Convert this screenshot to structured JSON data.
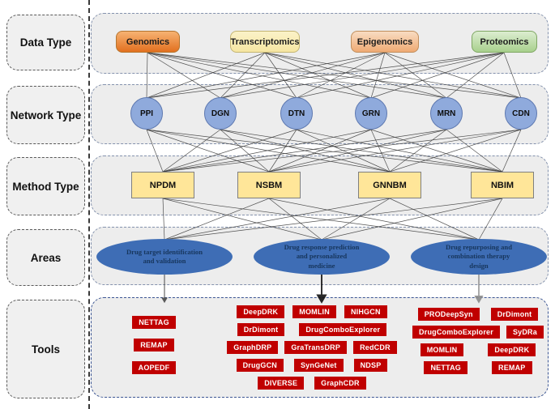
{
  "row_labels": [
    "Data Type",
    "Network Type",
    "Method Type",
    "Areas",
    "Tools"
  ],
  "data_types": [
    {
      "label": "Genomics",
      "fill_top": "#f6b272",
      "fill_bottom": "#e2701f",
      "border": "#b4752f"
    },
    {
      "label": "Transcriptomics",
      "fill_top": "#fbf2c8",
      "fill_bottom": "#f6e6a2",
      "border": "#c4b572"
    },
    {
      "label": "Epigenomics",
      "fill_top": "#f8dcc2",
      "fill_bottom": "#efaa73",
      "border": "#c08e5c"
    },
    {
      "label": "Proteomics",
      "fill_top": "#dcedd0",
      "fill_bottom": "#a8d08d",
      "border": "#7fa763"
    }
  ],
  "network_types": [
    {
      "label": "PPI"
    },
    {
      "label": "DGN"
    },
    {
      "label": "DTN"
    },
    {
      "label": "GRN"
    },
    {
      "label": "MRN"
    },
    {
      "label": "CDN"
    }
  ],
  "method_types": [
    {
      "label": "NPDM"
    },
    {
      "label": "NSBM"
    },
    {
      "label": "GNNBM"
    },
    {
      "label": "NBIM"
    }
  ],
  "areas": [
    {
      "label": "Drug target identification and validation",
      "lines": [
        "Drug target identification",
        "and validation"
      ]
    },
    {
      "label": "Drug response prediction and personalized medicine",
      "lines": [
        "Drug response prediction",
        "and personalized",
        "medicine"
      ]
    },
    {
      "label": "Drug repurposing and combination therapy design",
      "lines": [
        "Drug repurposing and",
        "combination therapy",
        "design"
      ]
    }
  ],
  "tool_groups": [
    {
      "name": "drug-target-tools",
      "rows": [
        [
          "NETTAG"
        ],
        [
          "REMAP"
        ],
        [
          "AOPEDF"
        ]
      ]
    },
    {
      "name": "drug-response-tools",
      "rows": [
        [
          "DeepDRK",
          "MOMLIN",
          "NIHGCN"
        ],
        [
          "DrDimont",
          "DrugComboExplorer"
        ],
        [
          "GraphDRP",
          "GraTransDRP",
          "RedCDR"
        ],
        [
          "DrugGCN",
          "SynGeNet",
          "NDSP"
        ],
        [
          "DIVERSE",
          "GraphCDR"
        ]
      ]
    },
    {
      "name": "drug-repurposing-tools",
      "rows": [
        [
          "PRODeepSyn",
          "DrDimont"
        ],
        [
          "DrugComboExplorer",
          "SyDRa"
        ],
        [
          "MOMLIN",
          "DeepDRK"
        ],
        [
          "NETTAG",
          "REMAP"
        ]
      ]
    }
  ],
  "connections": {
    "data_to_network": "complete",
    "network_to_method": "complete",
    "method_to_area": "complete",
    "area_arrows": [
      0,
      1,
      2
    ]
  },
  "colors": {
    "node_circle": "#8faadc",
    "circle_border": "#5d78b0",
    "method_fill": "#ffe699",
    "method_border": "#7f7f7f",
    "ellipse_fill": "#3e6db5",
    "ellipse_text": "#17365d",
    "tool_fill": "#c00000",
    "tool_text": "#ffffff",
    "edge": "#3f3f3f",
    "row_fill": "#ededed",
    "row_border": "#8492ad",
    "tools_border": "#3c5694",
    "label_fill": "#f0f0f0",
    "label_border": "#595959"
  }
}
